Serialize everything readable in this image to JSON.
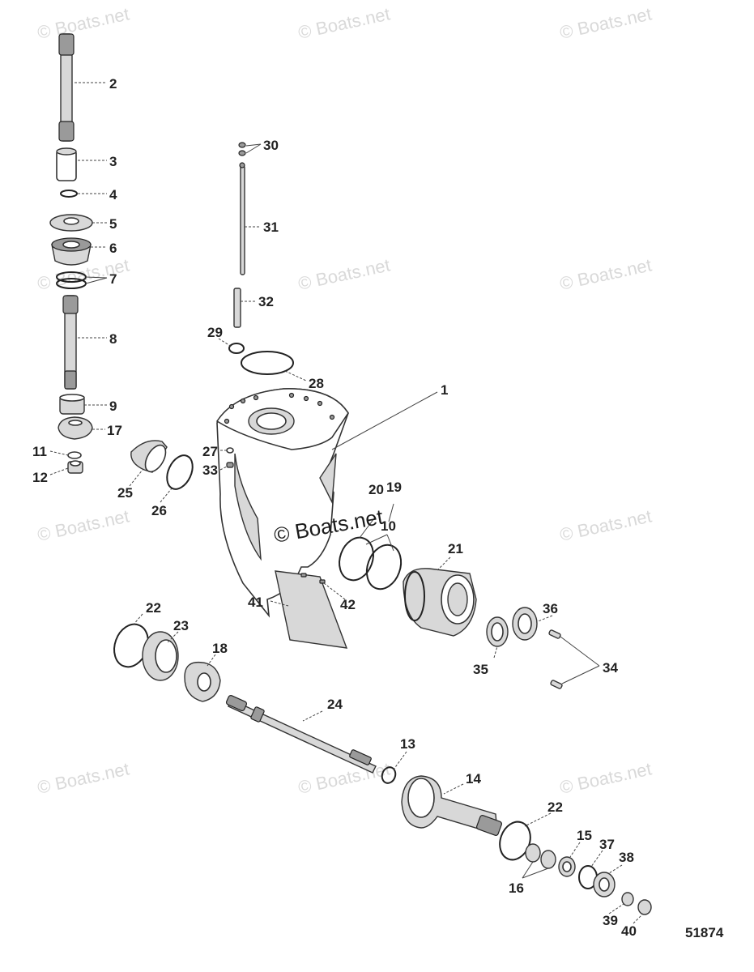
{
  "watermarks": {
    "text": "© Boats.net",
    "prominent": "© Boats.net"
  },
  "figure_number": "51874",
  "callouts": [
    {
      "id": "c1",
      "label": "1"
    },
    {
      "id": "c2",
      "label": "2"
    },
    {
      "id": "c3",
      "label": "3"
    },
    {
      "id": "c4",
      "label": "4"
    },
    {
      "id": "c5",
      "label": "5"
    },
    {
      "id": "c6",
      "label": "6"
    },
    {
      "id": "c7",
      "label": "7"
    },
    {
      "id": "c8",
      "label": "8"
    },
    {
      "id": "c9",
      "label": "9"
    },
    {
      "id": "c10",
      "label": "10"
    },
    {
      "id": "c11",
      "label": "11"
    },
    {
      "id": "c12",
      "label": "12"
    },
    {
      "id": "c13",
      "label": "13"
    },
    {
      "id": "c14",
      "label": "14"
    },
    {
      "id": "c15",
      "label": "15"
    },
    {
      "id": "c16",
      "label": "16"
    },
    {
      "id": "c17",
      "label": "17"
    },
    {
      "id": "c18",
      "label": "18"
    },
    {
      "id": "c19",
      "label": "19"
    },
    {
      "id": "c20",
      "label": "20"
    },
    {
      "id": "c21",
      "label": "21"
    },
    {
      "id": "c22a",
      "label": "22"
    },
    {
      "id": "c22b",
      "label": "22"
    },
    {
      "id": "c23",
      "label": "23"
    },
    {
      "id": "c24",
      "label": "24"
    },
    {
      "id": "c25",
      "label": "25"
    },
    {
      "id": "c26",
      "label": "26"
    },
    {
      "id": "c27",
      "label": "27"
    },
    {
      "id": "c28",
      "label": "28"
    },
    {
      "id": "c29",
      "label": "29"
    },
    {
      "id": "c30",
      "label": "30"
    },
    {
      "id": "c31",
      "label": "31"
    },
    {
      "id": "c32",
      "label": "32"
    },
    {
      "id": "c33",
      "label": "33"
    },
    {
      "id": "c34",
      "label": "34"
    },
    {
      "id": "c35",
      "label": "35"
    },
    {
      "id": "c36",
      "label": "36"
    },
    {
      "id": "c37",
      "label": "37"
    },
    {
      "id": "c38",
      "label": "38"
    },
    {
      "id": "c39",
      "label": "39"
    },
    {
      "id": "c40",
      "label": "40"
    },
    {
      "id": "c41",
      "label": "41"
    },
    {
      "id": "c42",
      "label": "42"
    }
  ]
}
